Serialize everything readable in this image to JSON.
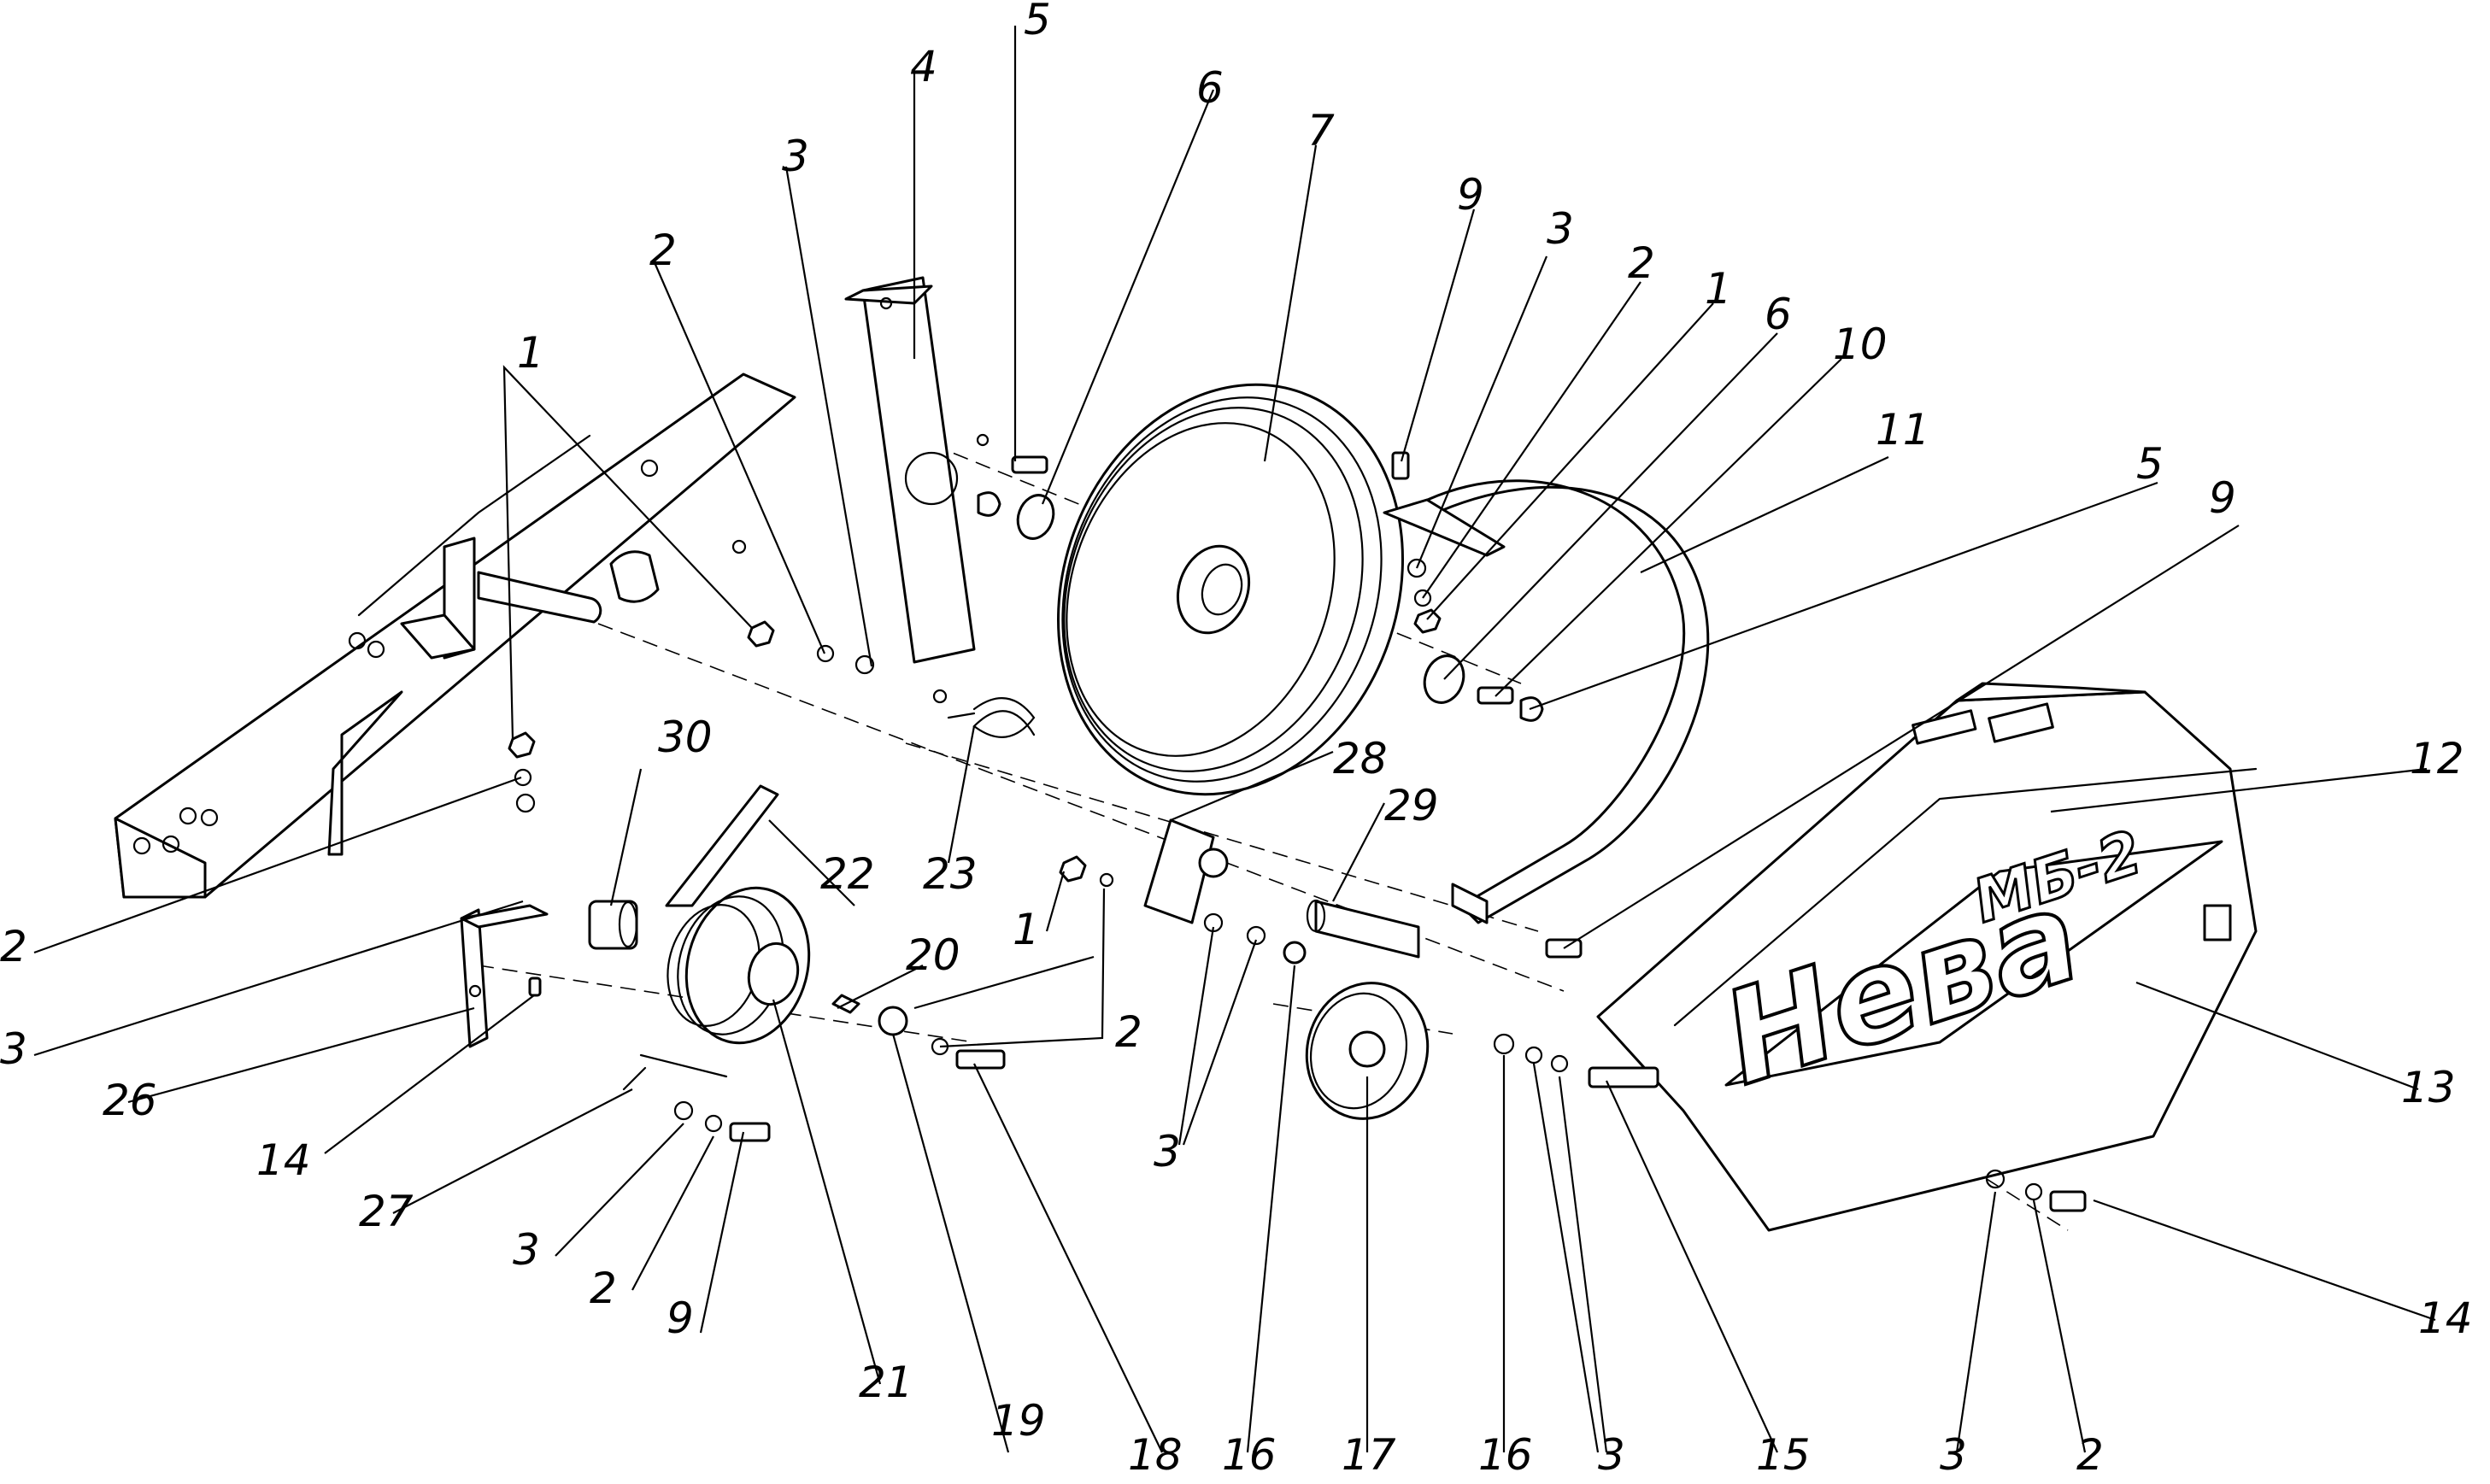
{
  "cover_brand": "Нева",
  "cover_model": "МБ-2",
  "callouts": {
    "c01": "5",
    "c02": "4",
    "c03": "6",
    "c04": "7",
    "c05": "3",
    "c06": "2",
    "c07": "9",
    "c08": "3",
    "c09": "2",
    "c10": "1",
    "c11": "6",
    "c12": "10",
    "c13": "1",
    "c14": "11",
    "c15": "5",
    "c16": "9",
    "c17": "12",
    "c18": "30",
    "c19": "28",
    "c20": "29",
    "c21": "22",
    "c22": "23",
    "c23": "1",
    "c24": "20",
    "c25": "2",
    "c26": "2",
    "c27": "3",
    "c28": "26",
    "c29": "14",
    "c30": "27",
    "c31": "3",
    "c32": "2",
    "c33": "9",
    "c34": "21",
    "c35": "19",
    "c36": "18",
    "c37": "16",
    "c38": "17",
    "c39": "16",
    "c40": "3",
    "c41": "15",
    "c42": "3",
    "c43": "2",
    "c44": "14",
    "c45": "13",
    "c46": "3"
  }
}
